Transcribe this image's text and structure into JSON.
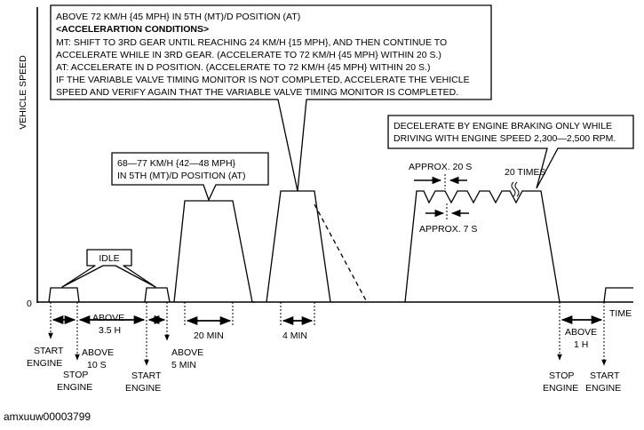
{
  "y_axis_label": "VEHICLE SPEED",
  "x_axis_label": "TIME",
  "origin_label": "0",
  "callout_accel": {
    "lines": [
      "ABOVE 72 KM/H {45 MPH} IN 5TH (MT)/D POSITION (AT)",
      "<ACCELERARTION CONDITIONS>",
      "MT: SHIFT TO 3RD GEAR UNTIL REACHING 24 KM/H {15 MPH}, AND THEN CONTINUE TO",
      "ACCELERATE WHILE IN 3RD GEAR. (ACCELERATE TO 72 KM/H {45 MPH} WITHIN 20 S.)",
      "AT: ACCELERATE IN D POSITION. (ACCELERATE TO 72 KM/H {45 MPH} WITHIN 20 S.)",
      "IF THE VARIABLE VALVE TIMING MONITOR IS NOT COMPLETED, ACCELERATE THE VEHICLE",
      "SPEED AND VERIFY AGAIN THAT THE VARIABLE VALVE TIMING MONITOR IS COMPLETED."
    ]
  },
  "callout_cruise": {
    "lines": [
      "68—77 KM/H {42—48 MPH}",
      "IN 5TH (MT)/D POSITION (AT)"
    ]
  },
  "callout_idle": {
    "label": "IDLE"
  },
  "callout_decel": {
    "lines": [
      "DECELERATE BY ENGINE BRAKING ONLY WHILE",
      "DRIVING WITH ENGINE SPEED 2,300—2,500 RPM."
    ]
  },
  "zigzag": {
    "period_label": "APPROX. 20 S",
    "half_label": "APPROX. 7 S",
    "repeat_label": "20 TIMES"
  },
  "durations": {
    "above_3_5h": [
      "ABOVE",
      "3.5 H"
    ],
    "twenty_min": "20 MIN",
    "four_min": "4 MIN",
    "above_1h": [
      "ABOVE",
      "1 H"
    ]
  },
  "events": {
    "start_engine_1": [
      "START",
      "ENGINE"
    ],
    "stop_engine_1": [
      "STOP",
      "ENGINE"
    ],
    "above_10s": [
      "ABOVE",
      "10 S"
    ],
    "start_engine_2": [
      "START",
      "ENGINE"
    ],
    "above_5min": [
      "ABOVE",
      "5 MIN"
    ],
    "stop_engine_2": [
      "STOP",
      "ENGINE"
    ],
    "start_engine_3": [
      "START",
      "ENGINE"
    ]
  },
  "figure_id": "amxuuw00003799"
}
